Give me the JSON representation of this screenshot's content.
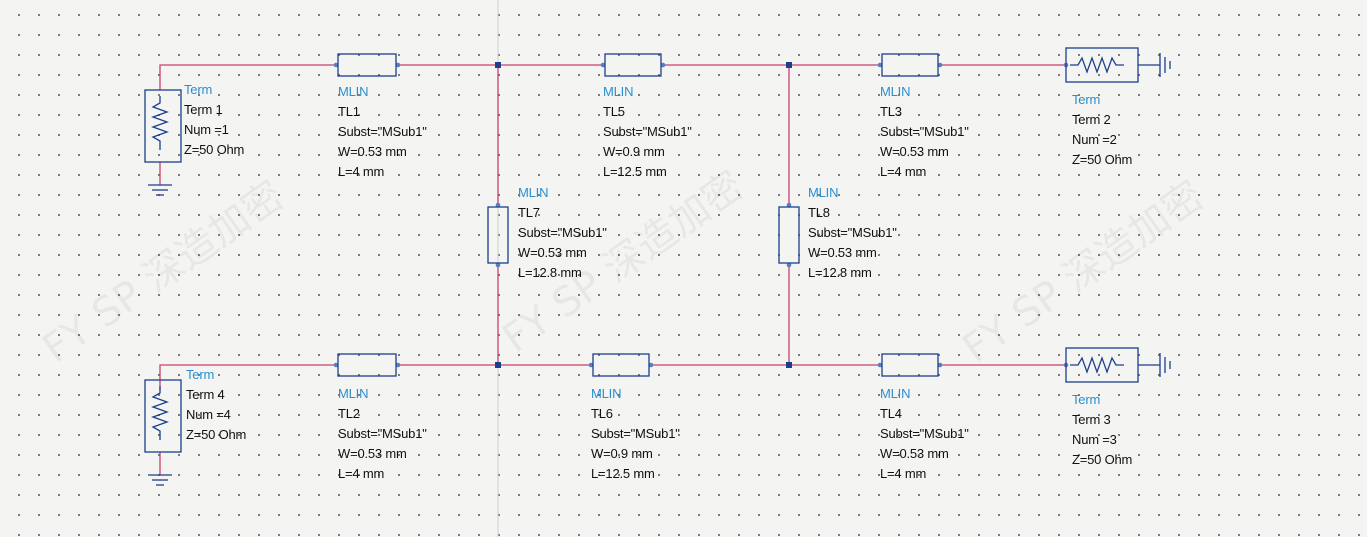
{
  "schematic": {
    "colors": {
      "wire": "#c8406c",
      "component": "#1c3f8c",
      "node": "#1c3f8c",
      "ground": "#1c3f8c",
      "type_text": "#2a8fd0"
    },
    "terms": [
      {
        "id": "term1",
        "type": "Term",
        "name": "Term 1",
        "num": "Num =1",
        "z": "Z=50 Ohm"
      },
      {
        "id": "term2",
        "type": "Term",
        "name": "Term 2",
        "num": "Num =2",
        "z": "Z=50 Ohm"
      },
      {
        "id": "term3",
        "type": "Term",
        "name": "Term 3",
        "num": "Num =3",
        "z": "Z=50 Ohm"
      },
      {
        "id": "term4",
        "type": "Term",
        "name": "Term 4",
        "num": "Num =4",
        "z": "Z=50 Ohm"
      }
    ],
    "lines": [
      {
        "id": "tl1",
        "type": "MLIN",
        "name": "TL1",
        "subst": "Subst=\"MSub1\"",
        "w": "W=0.53 mm",
        "l": "L=4 mm"
      },
      {
        "id": "tl5",
        "type": "MLIN",
        "name": "TL5",
        "subst": "Subst=\"MSub1\"",
        "w": "W=0.9 mm",
        "l": "L=12.5 mm"
      },
      {
        "id": "tl3",
        "type": "MLIN",
        "name": "TL3",
        "subst": "Subst=\"MSub1\"",
        "w": "W=0.53 mm",
        "l": "L=4 mm"
      },
      {
        "id": "tl7",
        "type": "MLIN",
        "name": "TL7",
        "subst": "Subst=\"MSub1\"",
        "w": "W=0.53 mm",
        "l": "L=12.8 mm"
      },
      {
        "id": "tl8",
        "type": "MLIN",
        "name": "TL8",
        "subst": "Subst=\"MSub1\"",
        "w": "W=0.53 mm",
        "l": "L=12.8 mm"
      },
      {
        "id": "tl2",
        "type": "MLIN",
        "name": "TL2",
        "subst": "Subst=\"MSub1\"",
        "w": "W=0.53 mm",
        "l": "L=4 mm"
      },
      {
        "id": "tl6",
        "type": "MLIN",
        "name": "TL6",
        "subst": "Subst=\"MSub1\"",
        "w": "W=0.9 mm",
        "l": "L=12.5 mm"
      },
      {
        "id": "tl4",
        "type": "MLIN",
        "name": "TL4",
        "subst": "Subst=\"MSub1\"",
        "w": "W=0.53 mm",
        "l": "L=4 mm"
      }
    ],
    "watermark": "FY SP 深造加密"
  }
}
